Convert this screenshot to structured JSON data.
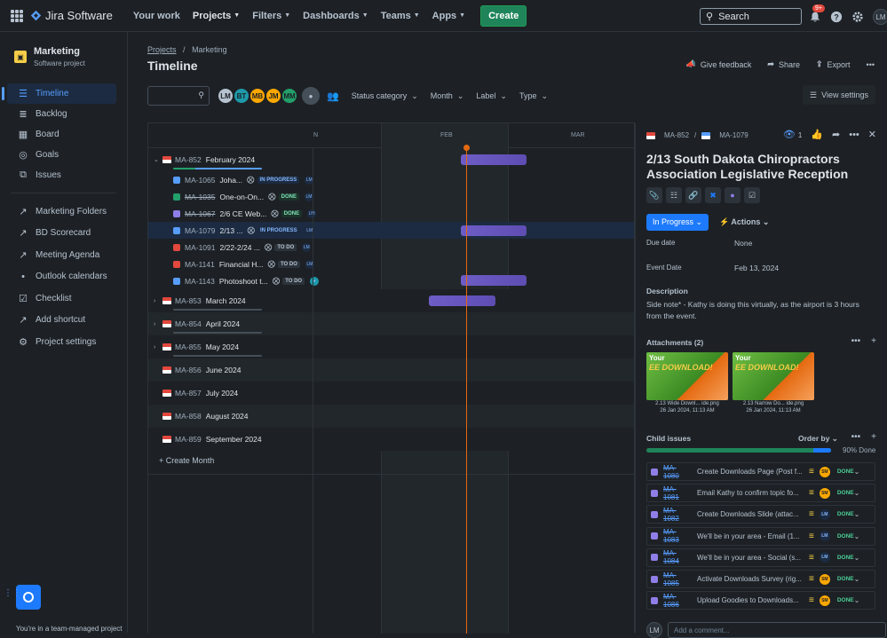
{
  "app": {
    "name": "Jira Software"
  },
  "nav": [
    {
      "label": "Your work"
    },
    {
      "label": "Projects",
      "active": true
    },
    {
      "label": "Filters"
    },
    {
      "label": "Dashboards"
    },
    {
      "label": "Teams"
    },
    {
      "label": "Apps"
    }
  ],
  "create_label": "Create",
  "search_placeholder": "Search",
  "notif_count": "9+",
  "user_initials": "LM",
  "project": {
    "name": "Marketing",
    "type": "Software project"
  },
  "sidebar": {
    "items": [
      {
        "label": "Timeline",
        "icon": "timeline-icon"
      },
      {
        "label": "Backlog",
        "icon": "backlog-icon"
      },
      {
        "label": "Board",
        "icon": "board-icon"
      },
      {
        "label": "Goals",
        "icon": "goals-icon"
      },
      {
        "label": "Issues",
        "icon": "issues-icon"
      }
    ],
    "links": [
      {
        "label": "Marketing Folders"
      },
      {
        "label": "BD Scorecard"
      },
      {
        "label": "Meeting Agenda"
      },
      {
        "label": "Outlook calendars"
      },
      {
        "label": "Checklist"
      },
      {
        "label": "Add shortcut"
      },
      {
        "label": "Project settings"
      }
    ],
    "footer": "You're in a team-managed project"
  },
  "breadcrumb": {
    "projects": "Projects",
    "project": "Marketing"
  },
  "page_title": "Timeline",
  "header_actions": {
    "feedback": "Give feedback",
    "share": "Share",
    "export": "Export"
  },
  "filters": {
    "avatars": [
      {
        "i": "LM",
        "c": "#b6c2cf"
      },
      {
        "i": "BT",
        "c": "#1d9aaa"
      },
      {
        "i": "MB",
        "c": "#fca700"
      },
      {
        "i": "JM",
        "c": "#fca700"
      },
      {
        "i": "MM",
        "c": "#22a06b"
      }
    ],
    "status_category": "Status category",
    "month": "Month",
    "label": "Label",
    "type": "Type",
    "view_settings": "View settings"
  },
  "timeline": {
    "months": [
      "N",
      "FEB",
      "MAR"
    ],
    "rows": [
      {
        "key": "MA-852",
        "summary": "February 2024",
        "parent": true,
        "expanded": true
      },
      {
        "key": "MA-1065",
        "summary": "Joha...",
        "status": "IN PROGRESS",
        "st": "ip",
        "color": "#579dff",
        "avatar": "LM"
      },
      {
        "key": "MA-1035",
        "summary": "One-on-On...",
        "status": "DONE",
        "st": "done",
        "color": "#22a06b",
        "strike": true,
        "avatar": "LM"
      },
      {
        "key": "MA-1067",
        "summary": "2/6 CE Web...",
        "status": "DONE",
        "st": "done",
        "color": "#8f7ee7",
        "strike": true,
        "avatar": "LM"
      },
      {
        "key": "MA-1079",
        "summary": "2/13 ...",
        "status": "IN PROGRESS",
        "st": "ip",
        "color": "#579dff",
        "avatar": "LM",
        "selected": true
      },
      {
        "key": "MA-1091",
        "summary": "2/22-2/24 ...",
        "status": "TO DO",
        "st": "todo",
        "color": "#e2483d",
        "avatar": "LM"
      },
      {
        "key": "MA-1141",
        "summary": "Financial H...",
        "status": "TO DO",
        "st": "todo",
        "color": "#e2483d",
        "avatar": "LM"
      },
      {
        "key": "MA-1143",
        "summary": "Photoshoot t...",
        "status": "TO DO",
        "st": "todo",
        "color": "#579dff",
        "avatar": ""
      },
      {
        "key": "MA-853",
        "summary": "March 2024",
        "parent": true
      },
      {
        "key": "MA-854",
        "summary": "April 2024",
        "parent": true
      },
      {
        "key": "MA-855",
        "summary": "May 2024",
        "parent": true
      },
      {
        "key": "MA-856",
        "summary": "June 2024",
        "parent": true
      },
      {
        "key": "MA-857",
        "summary": "July 2024",
        "parent": true
      },
      {
        "key": "MA-858",
        "summary": "August 2024",
        "parent": true
      },
      {
        "key": "MA-859",
        "summary": "September 2024",
        "parent": true
      }
    ],
    "create_month": "+ Create Month"
  },
  "detail": {
    "parent_key": "MA-852",
    "issue_key": "MA-1079",
    "watchers": "1",
    "title": "2/13 South Dakota Chiropractors Association Legislative Reception",
    "status": "In Progress",
    "actions": "Actions",
    "due_label": "Due date",
    "due_value": "None",
    "event_label": "Event Date",
    "event_value": "Feb 13, 2024",
    "desc_label": "Description",
    "desc": "Side note* - Kathy is doing this virtually, as the airport is 3 hours from the event.",
    "attachments_label": "Attachments (2)",
    "attachments": [
      {
        "t1": "Your",
        "t2": "EE DOWNLOAD!",
        "name": "2.13 Wide Downl... ide.png",
        "date": "26 Jan 2024, 11:13 AM"
      },
      {
        "t1": "Your",
        "t2": "EE DOWNLOAD!",
        "name": "2.13 Narrow Do... ide.png",
        "date": "26 Jan 2024, 11:13 AM"
      }
    ],
    "child_label": "Child issues",
    "order_by": "Order by",
    "done_pct": "90% Done",
    "children": [
      {
        "key": "MA-1080",
        "summary": "Create Downloads Page (Post f...",
        "av": "SM",
        "ac": "#fca700",
        "status": "DONE"
      },
      {
        "key": "MA-1081",
        "summary": "Email Kathy to confirm topic fo...",
        "av": "SM",
        "ac": "#fca700",
        "status": "DONE"
      },
      {
        "key": "MA-1082",
        "summary": "Create Downloads Slide (attac...",
        "av": "LM",
        "ac": "#1c2b41",
        "status": "DONE"
      },
      {
        "key": "MA-1083",
        "summary": "We'll be in your area - Email (1...",
        "av": "LM",
        "ac": "#1c2b41",
        "status": "DONE"
      },
      {
        "key": "MA-1084",
        "summary": "We'll be in your area - Social (s...",
        "av": "LM",
        "ac": "#1c2b41",
        "status": "DONE"
      },
      {
        "key": "MA-1085",
        "summary": "Activate Downloads Survey (rig...",
        "av": "SM",
        "ac": "#fca700",
        "status": "DONE"
      },
      {
        "key": "MA-1086",
        "summary": "Upload Goodies to Downloads...",
        "av": "SM",
        "ac": "#fca700",
        "status": "DONE"
      }
    ],
    "comment_placeholder": "Add a comment..."
  }
}
